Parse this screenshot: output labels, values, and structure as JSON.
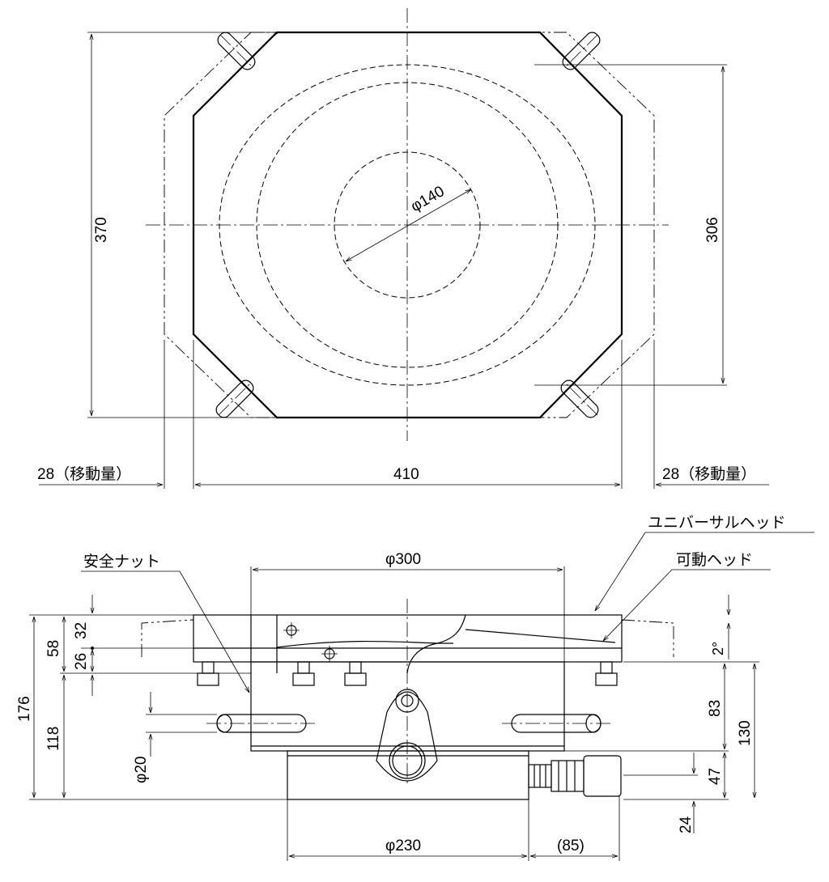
{
  "top_view": {
    "width_410": "410",
    "height_370": "370",
    "height_306": "306",
    "dia_140": "φ140",
    "travel_left": "28（移動量）",
    "travel_right": "28（移動量）"
  },
  "side_view": {
    "dia_300": "φ300",
    "dia_230": "φ230",
    "len_85": "(85)",
    "h_176": "176",
    "h_118": "118",
    "h_58": "58",
    "h_32": "32",
    "h_26": "26",
    "h_83": "83",
    "h_130": "130",
    "h_47": "47",
    "h_24": "24",
    "dia_20": "φ20",
    "angle_2": "2°"
  },
  "labels": {
    "universal_head": "ユニバーサルヘッド",
    "movable_head": "可動ヘッド",
    "safety_nut": "安全ナット"
  }
}
